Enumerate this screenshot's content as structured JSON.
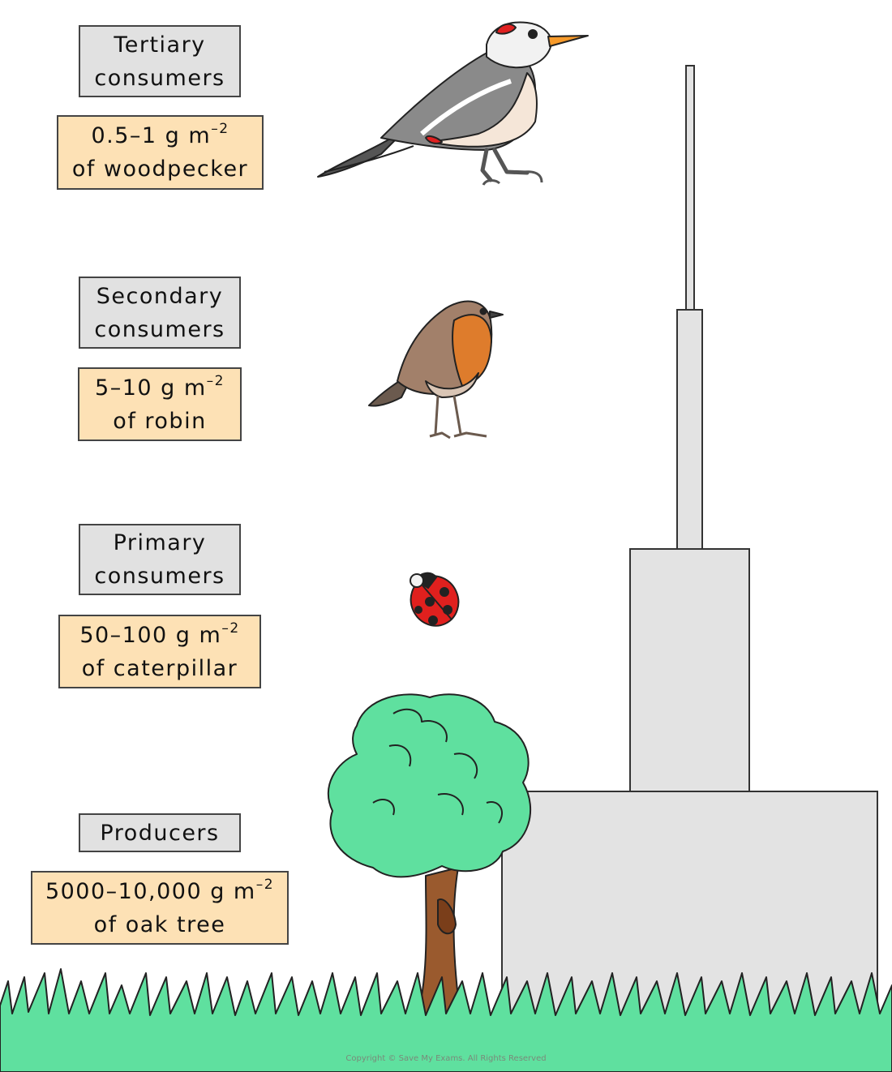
{
  "levels": [
    {
      "name_1": "Tertiary",
      "name_2": "consumers",
      "biomass_1": "0.5–1 g m",
      "biomass_exp": "–2",
      "biomass_2": "of woodpecker"
    },
    {
      "name_1": "Secondary",
      "name_2": "consumers",
      "biomass_1": "5–10 g m",
      "biomass_exp": "–2",
      "biomass_2": "of robin"
    },
    {
      "name_1": "Primary",
      "name_2": "consumers",
      "biomass_1": "50–100 g m",
      "biomass_exp": "–2",
      "biomass_2": "of caterpillar"
    },
    {
      "name_1": "Producers",
      "name_2": "",
      "biomass_1": "5000–10,000 g m",
      "biomass_exp": "–2",
      "biomass_2": "of oak tree"
    }
  ],
  "pyramid": {
    "fill": "#e3e3e3",
    "stroke": "#333333",
    "bars": [
      {
        "level": "tertiary",
        "biomass_g_per_m2": 1
      },
      {
        "level": "secondary",
        "biomass_g_per_m2": 10
      },
      {
        "level": "primary",
        "biomass_g_per_m2": 100
      },
      {
        "level": "producer",
        "biomass_g_per_m2": 10000
      }
    ]
  },
  "illustrations": [
    "woodpecker-icon",
    "robin-icon",
    "ladybird-icon",
    "oak-tree-icon",
    "grass-icon"
  ],
  "colors": {
    "trophic_box": "#e1e1e1",
    "biomass_box": "#fde1b5",
    "grass": "#5fe09f",
    "tree_canopy": "#5fe09f",
    "trunk": "#9a5a2e"
  },
  "copyright": "Copyright © Save My Exams. All Rights Reserved"
}
